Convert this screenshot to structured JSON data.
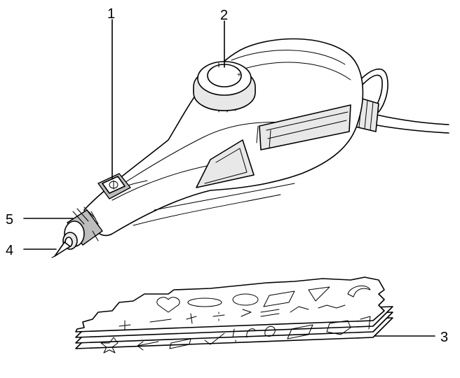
{
  "callouts": {
    "c1": "1",
    "c2": "2",
    "c3": "3",
    "c4": "4",
    "c5": "5"
  },
  "colors": {
    "ink": "#000000",
    "background": "#ffffff",
    "shade": "#e8e8e8"
  }
}
